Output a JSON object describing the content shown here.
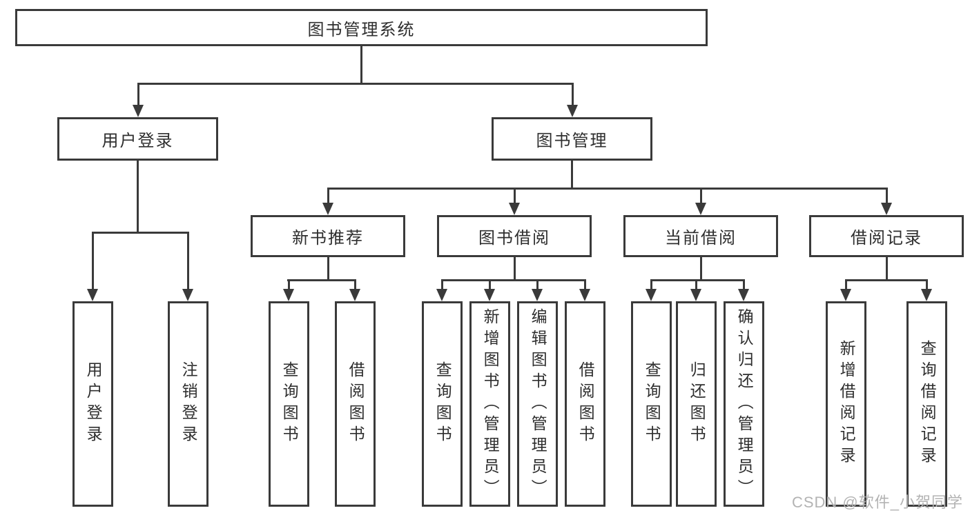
{
  "nodes": {
    "root": "图书管理系统",
    "user_login": "用户登录",
    "book_mgmt": "图书管理",
    "new_book_rec": "新书推荐",
    "book_borrow": "图书借阅",
    "current_borrow": "当前借阅",
    "borrow_record": "借阅记录",
    "leaf_user_login": "用户登录",
    "leaf_logout": "注销登录",
    "leaf_rec_query_book": "查询图书",
    "leaf_rec_borrow_book": "借阅图书",
    "leaf_bor_query_book": "查询图书",
    "leaf_bor_add_book": "新增图书（管理员）",
    "leaf_bor_edit_book": "编辑图书（管理员）",
    "leaf_bor_borrow_book": "借阅图书",
    "leaf_cur_query_book": "查询图书",
    "leaf_cur_return_book": "归还图书",
    "leaf_cur_confirm_return": "确认归还（管理员）",
    "leaf_rcd_add_record": "新增借阅记录",
    "leaf_rcd_query_record": "查询借阅记录"
  },
  "watermark": "CSDN @软件_小贺同学",
  "colors": {
    "line": "#3a3a3a",
    "text": "#2e2e2e",
    "watermark": "#b3b3b3",
    "background": "#ffffff"
  }
}
